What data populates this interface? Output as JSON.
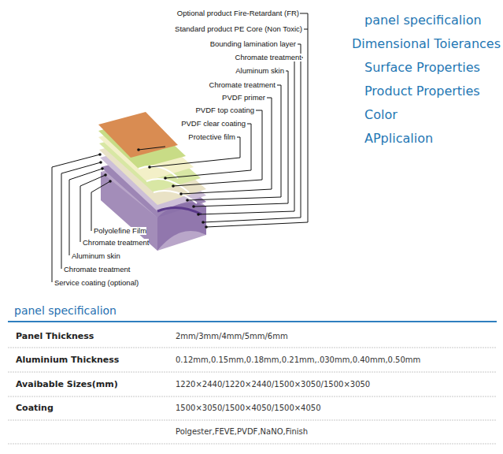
{
  "diagram": {
    "labels": [
      "Optional product Fire-Retardant  (FR)",
      "Standard product PE Core (Non Toxic)",
      "Bounding lamination layer",
      "Chromate treatment",
      "Aluminum skin",
      "Chromate treatment",
      "PVDF primer",
      "PVDF top coating",
      "PVDF clear coating",
      "Protective film",
      "Polyolefine Film",
      "Chromate treatment",
      "Aluminum skin",
      "Chromate treatment",
      "Service coating (optional)",
      "panel specificalion",
      "Dimensional Toierances",
      "Surface Properties",
      "Product Properties",
      "Color",
      "APplicalion",
      "panel specificalion",
      "Panel Thickness",
      "2mm/3mm/4mm/5mm/6mm",
      "Aluminium Thickness",
      "0.12mm,0.15mm,0.18mm,0.21mm,.030mm,0.40mm,0.50mm",
      "Avaibable Sizes(mm)",
      "1220×2440/1220×2440/1500×3050/1500×3050",
      "Coating",
      "1500×3050/1500×4050/1500×4050",
      "Polgester,FEVE,PVDF,NaNO,Finish"
    ]
  }
}
